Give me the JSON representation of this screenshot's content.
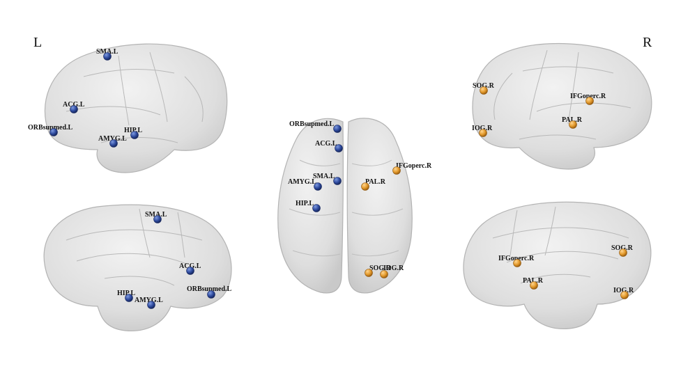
{
  "labels": {
    "left": "L",
    "right": "R"
  },
  "colors": {
    "left_node": "#2e4a9e",
    "right_node": "#e39a2c",
    "brain": "#e3e3e3",
    "brain_edge": "#b3b3b3"
  },
  "views": [
    {
      "name": "left-lateral",
      "nodes": [
        {
          "label": "SMA.L",
          "side": "L"
        },
        {
          "label": "ACG.L",
          "side": "L"
        },
        {
          "label": "ORBsupmed.L",
          "side": "L"
        },
        {
          "label": "HIP.L",
          "side": "L"
        },
        {
          "label": "AMYG.L",
          "side": "L"
        }
      ]
    },
    {
      "name": "left-medial",
      "nodes": [
        {
          "label": "SMA.L",
          "side": "L"
        },
        {
          "label": "ACG.L",
          "side": "L"
        },
        {
          "label": "ORBsupmed.L",
          "side": "L"
        },
        {
          "label": "HIP.L",
          "side": "L"
        },
        {
          "label": "AMYG.L",
          "side": "L"
        }
      ]
    },
    {
      "name": "axial",
      "nodes": [
        {
          "label": "ORBsupmed.L",
          "side": "L"
        },
        {
          "label": "ACG.L",
          "side": "L"
        },
        {
          "label": "SMA.L",
          "side": "L"
        },
        {
          "label": "AMYG.L",
          "side": "L"
        },
        {
          "label": "HIP.L",
          "side": "L"
        },
        {
          "label": "IFGoperc.R",
          "side": "R"
        },
        {
          "label": "PAL.R",
          "side": "R"
        },
        {
          "label": "SOG.R",
          "side": "R"
        },
        {
          "label": "IOG.R",
          "side": "R"
        }
      ]
    },
    {
      "name": "right-lateral",
      "nodes": [
        {
          "label": "SOG.R",
          "side": "R"
        },
        {
          "label": "IFGoperc.R",
          "side": "R"
        },
        {
          "label": "PAL.R",
          "side": "R"
        },
        {
          "label": "IOG.R",
          "side": "R"
        }
      ]
    },
    {
      "name": "right-medial",
      "nodes": [
        {
          "label": "IFGoperc.R",
          "side": "R"
        },
        {
          "label": "SOG.R",
          "side": "R"
        },
        {
          "label": "PAL.R",
          "side": "R"
        },
        {
          "label": "IOG.R",
          "side": "R"
        }
      ]
    }
  ]
}
